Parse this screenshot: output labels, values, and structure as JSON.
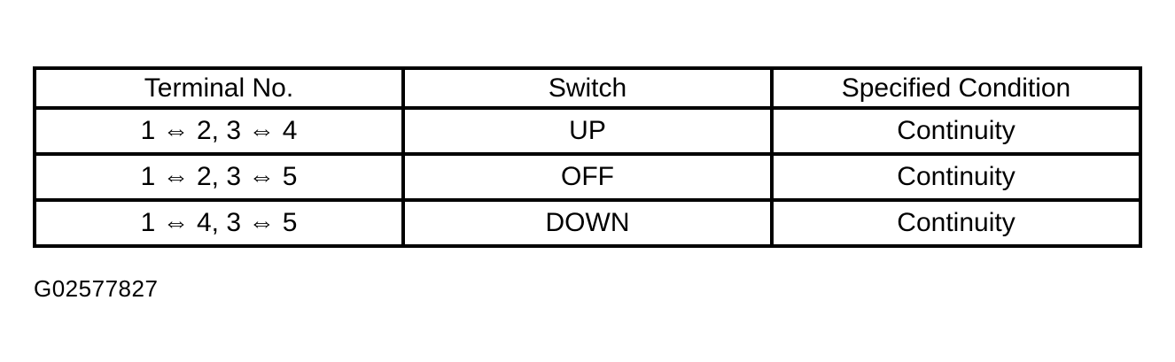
{
  "table": {
    "headers": [
      "Terminal No.",
      "Switch",
      "Specified Condition"
    ],
    "rows": [
      {
        "terminal": "1 ⇔ 2, 3 ⇔ 4",
        "switch": "UP",
        "condition": "Continuity"
      },
      {
        "terminal": "1 ⇔ 2, 3 ⇔ 5",
        "switch": "OFF",
        "condition": "Continuity"
      },
      {
        "terminal": "1 ⇔ 4, 3 ⇔ 5",
        "switch": "DOWN",
        "condition": "Continuity"
      }
    ]
  },
  "caption": "G02577827",
  "colors": {
    "foreground": "#000000",
    "background": "#ffffff",
    "table_border": "#000000"
  }
}
